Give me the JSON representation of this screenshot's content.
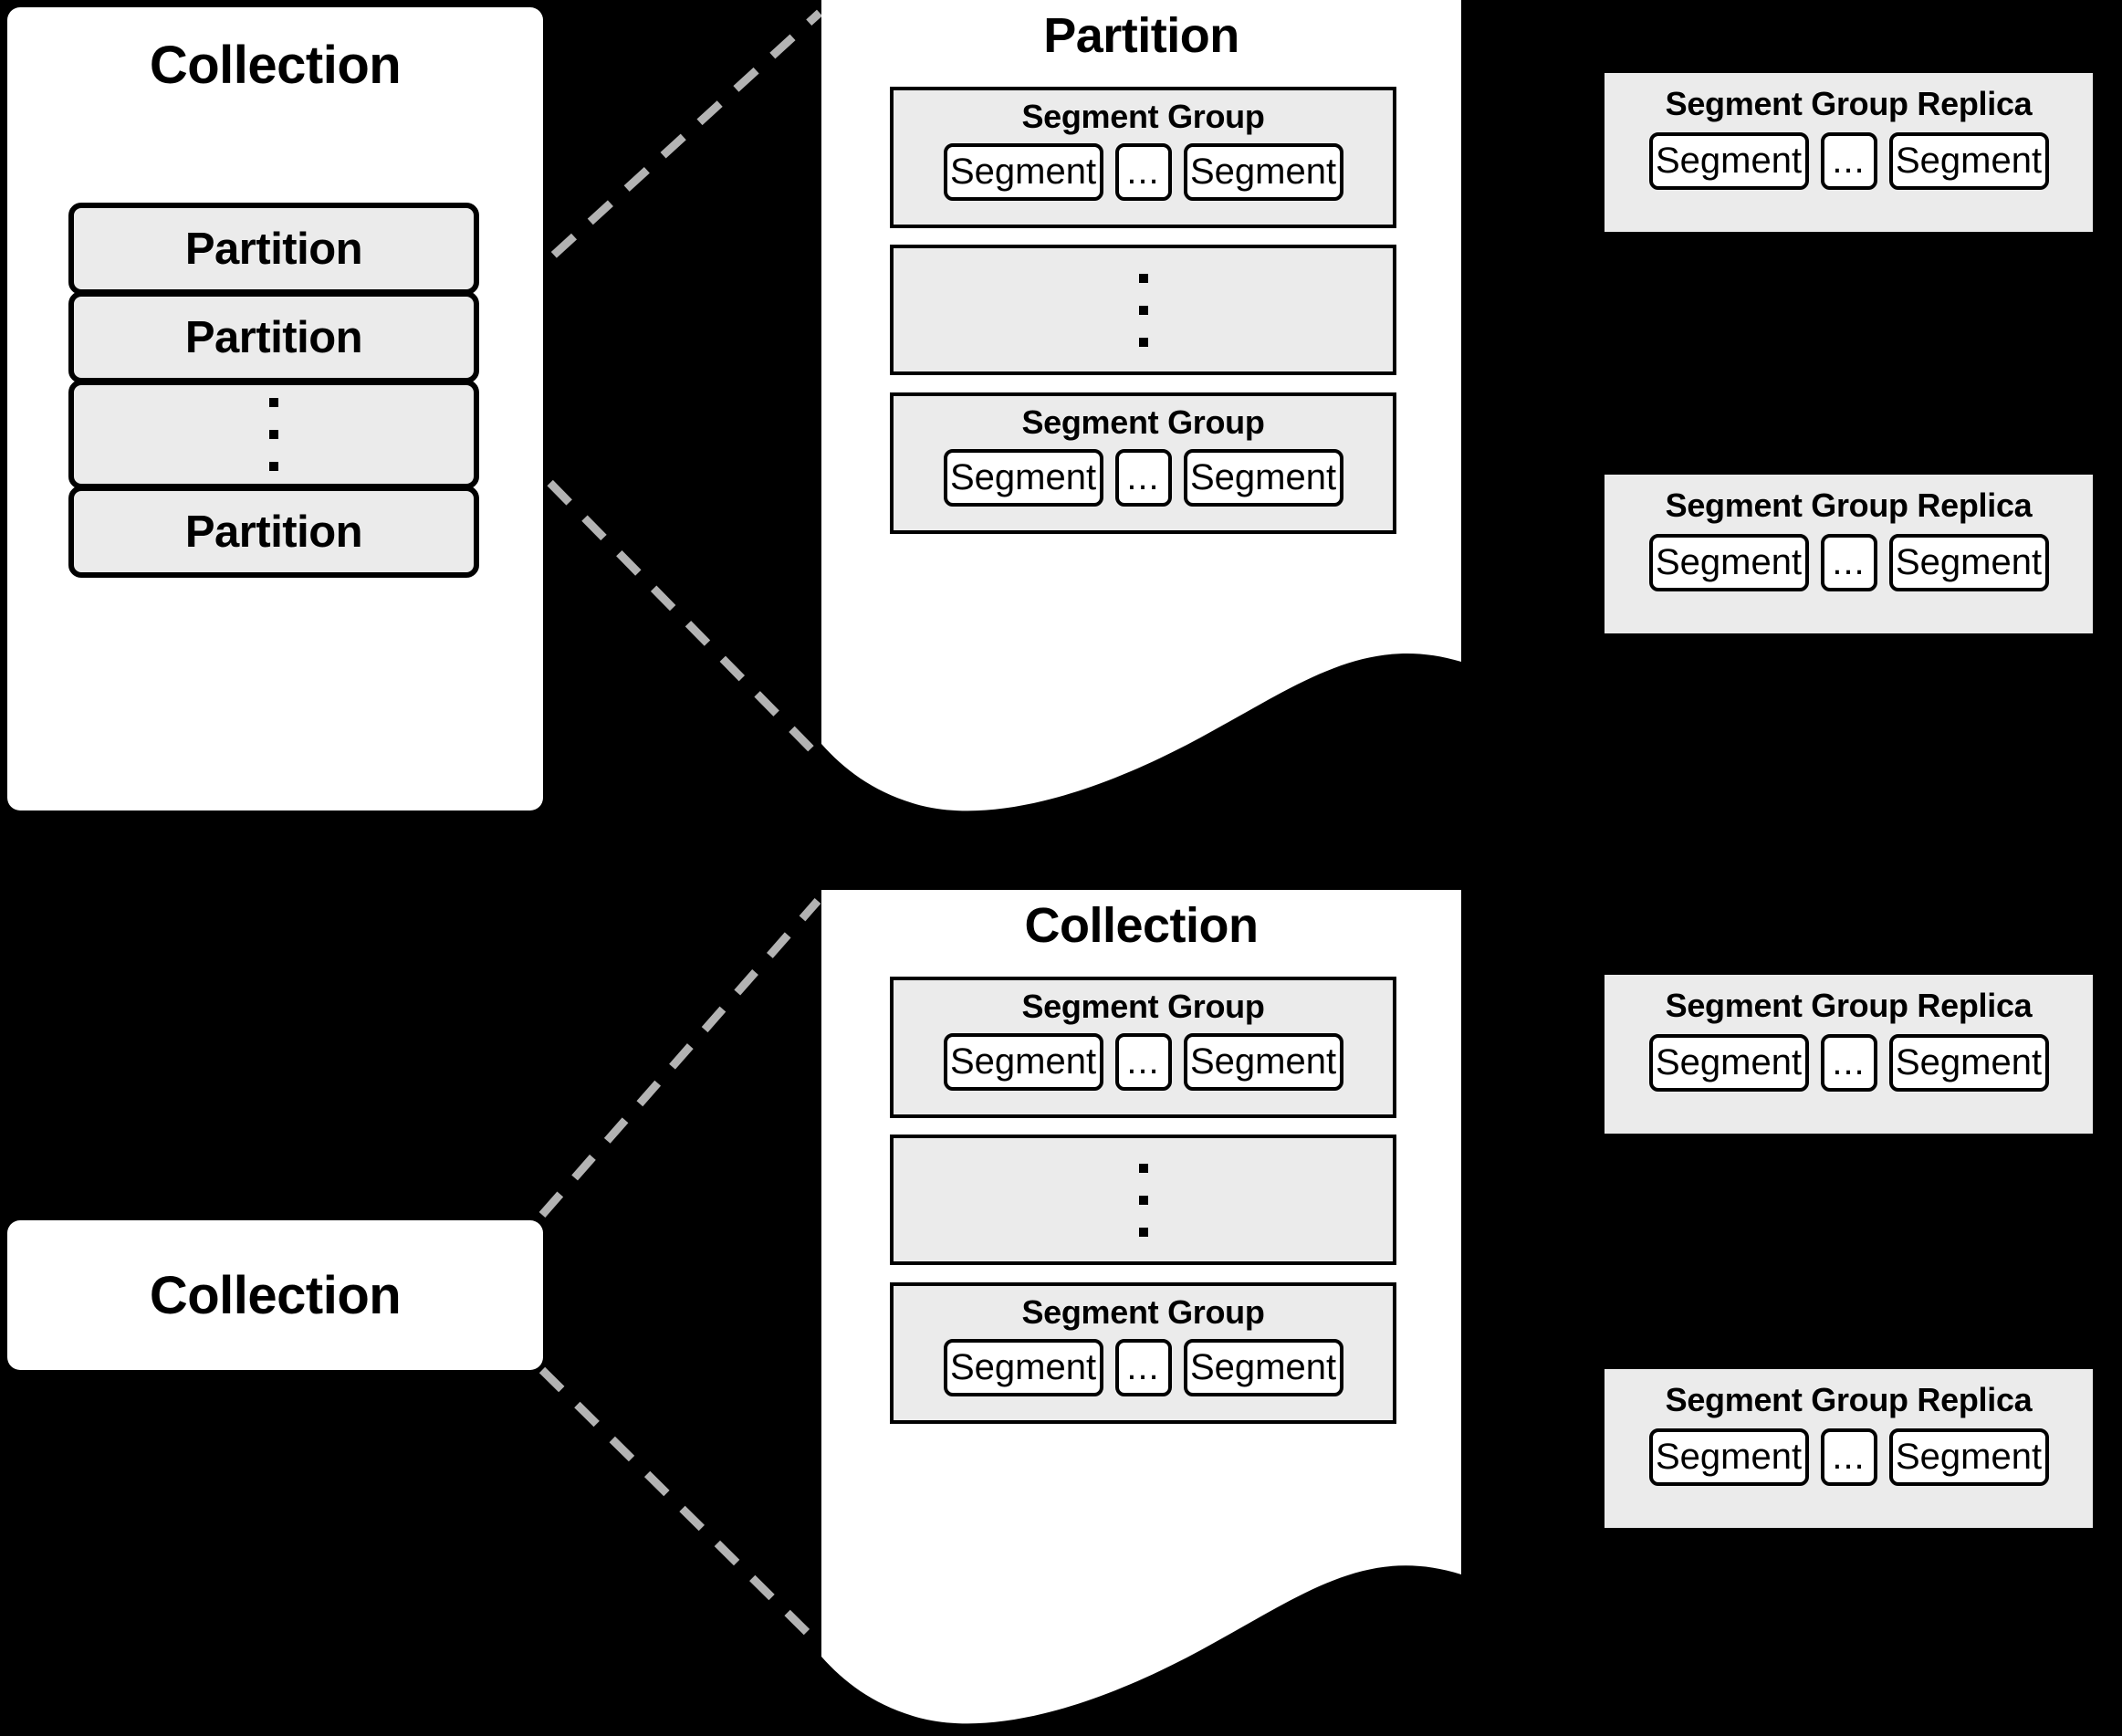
{
  "diagram": {
    "title_collection": "Collection",
    "title_partition": "Partition",
    "label_partition": "Partition",
    "label_segment_group": "Segment Group",
    "label_segment_group_replica": "Segment Group Replica",
    "label_segment": "Segment",
    "label_ellipsis": "...",
    "colors": {
      "background": "#000000",
      "panel": "#ffffff",
      "box_fill": "#ebebeb",
      "stroke": "#000000",
      "connector": "#b3b3b3"
    }
  },
  "top": {
    "collection_panel": {
      "title": "Collection",
      "partitions": [
        {
          "kind": "label",
          "label": "Partition"
        },
        {
          "kind": "label",
          "label": "Partition"
        },
        {
          "kind": "ellipsis",
          "label": ""
        },
        {
          "kind": "label",
          "label": "Partition"
        }
      ]
    },
    "detail_panel": {
      "title": "Partition",
      "groups": [
        {
          "kind": "group",
          "title": "Segment Group",
          "segments": [
            "Segment",
            "...",
            "Segment"
          ]
        },
        {
          "kind": "ellipsis",
          "title": "",
          "segments": []
        },
        {
          "kind": "group",
          "title": "Segment Group",
          "segments": [
            "Segment",
            "...",
            "Segment"
          ]
        }
      ]
    },
    "replicas": [
      {
        "title": "Segment Group Replica",
        "segments": [
          "Segment",
          "...",
          "Segment"
        ]
      },
      {
        "title": "Segment Group Replica",
        "segments": [
          "Segment",
          "...",
          "Segment"
        ]
      }
    ]
  },
  "bottom": {
    "collection_box": {
      "label": "Collection"
    },
    "detail_panel": {
      "title": "Collection",
      "groups": [
        {
          "kind": "group",
          "title": "Segment Group",
          "segments": [
            "Segment",
            "...",
            "Segment"
          ]
        },
        {
          "kind": "ellipsis",
          "title": "",
          "segments": []
        },
        {
          "kind": "group",
          "title": "Segment Group",
          "segments": [
            "Segment",
            "...",
            "Segment"
          ]
        }
      ]
    },
    "replicas": [
      {
        "title": "Segment Group Replica",
        "segments": [
          "Segment",
          "...",
          "Segment"
        ]
      },
      {
        "title": "Segment Group Replica",
        "segments": [
          "Segment",
          "...",
          "Segment"
        ]
      }
    ]
  }
}
